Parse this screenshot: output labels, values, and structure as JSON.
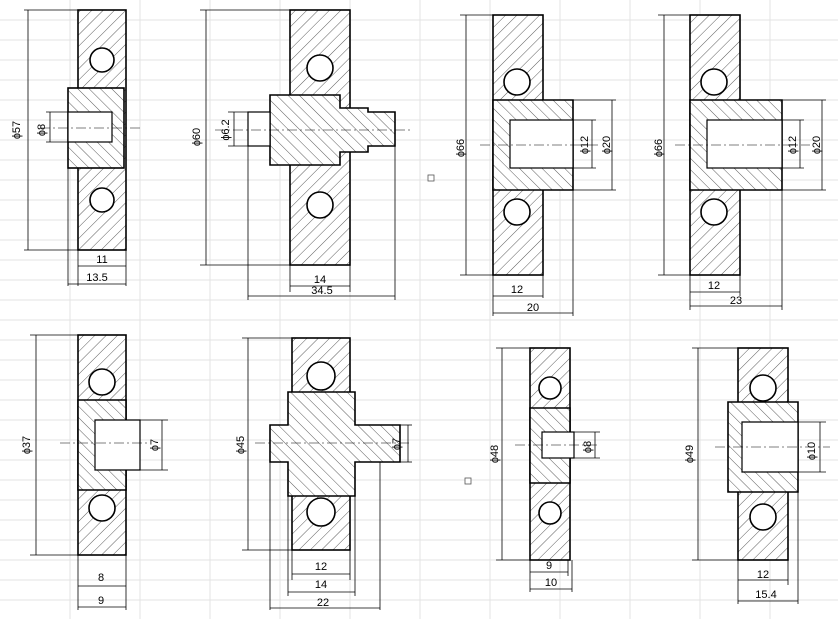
{
  "drawings": [
    {
      "id": "a",
      "outer_diameter": "ɸ57",
      "inner_diameter": "ɸ8",
      "inner_width": "11",
      "outer_width": "13.5"
    },
    {
      "id": "b",
      "outer_diameter": "ɸ60",
      "inner_diameter": "ɸ6.2",
      "inner_width": "14",
      "outer_width": "34.5"
    },
    {
      "id": "c",
      "outer_diameter": "ɸ66",
      "inner_diameter": "ɸ12",
      "hub_diameter": "ɸ20",
      "inner_width": "12",
      "outer_width": "20"
    },
    {
      "id": "d",
      "outer_diameter": "ɸ66",
      "inner_diameter": "ɸ12",
      "hub_diameter": "ɸ20",
      "inner_width": "12",
      "outer_width": "23"
    },
    {
      "id": "e",
      "outer_diameter": "ɸ37",
      "inner_diameter": "ɸ7",
      "inner_width": "8",
      "outer_width": "9"
    },
    {
      "id": "f",
      "outer_diameter": "ɸ45",
      "inner_diameter": "ɸ7",
      "inner_width": "12",
      "mid_width": "14",
      "outer_width": "22"
    },
    {
      "id": "g",
      "outer_diameter": "ɸ48",
      "inner_diameter": "ɸ8",
      "inner_width": "9",
      "outer_width": "10"
    },
    {
      "id": "h",
      "outer_diameter": "ɸ49",
      "inner_diameter": "ɸ10",
      "inner_width": "12",
      "outer_width": "15.4"
    }
  ]
}
